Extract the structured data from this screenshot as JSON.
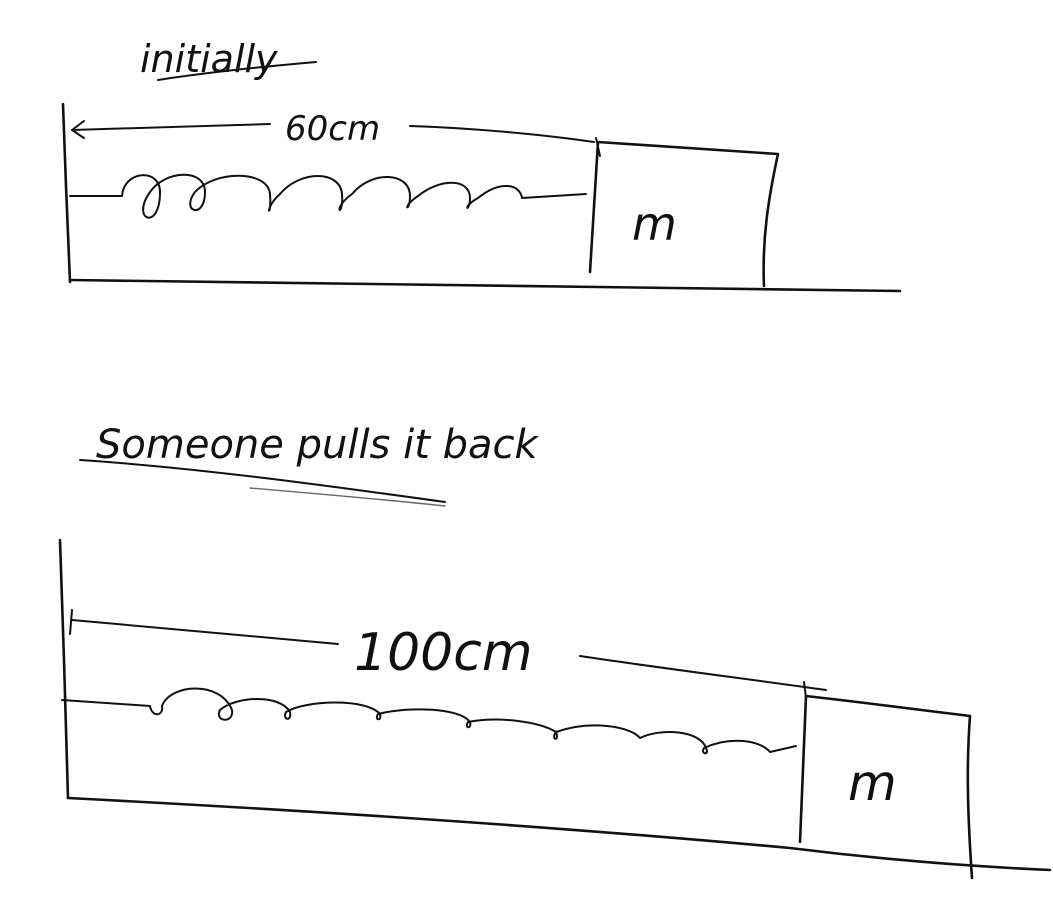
{
  "panels": [
    {
      "heading": "initially",
      "length_label": "60cm",
      "mass_label": "m"
    },
    {
      "heading": "Someone pulls it back",
      "length_label": "100cm",
      "mass_label": "m"
    }
  ]
}
